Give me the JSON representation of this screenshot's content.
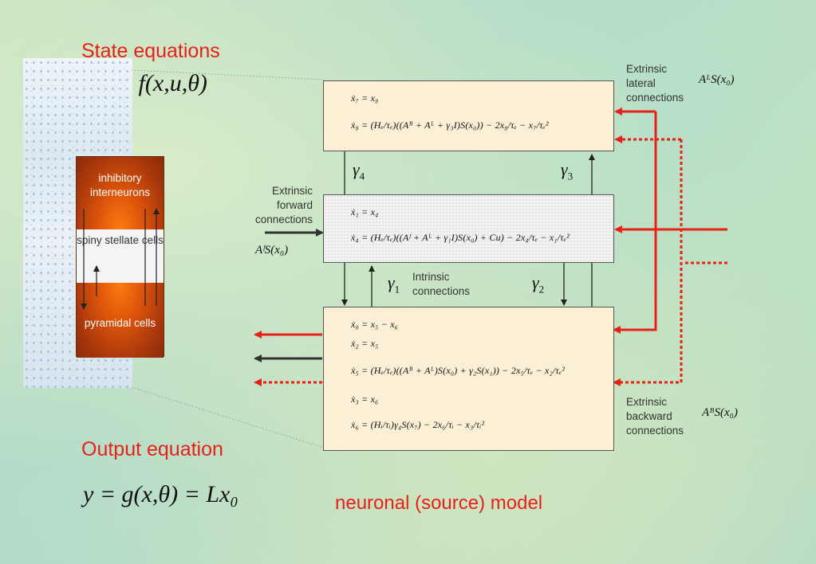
{
  "state_title": "State equations",
  "state_eq": "ẋ = f(x,u,θ)",
  "output_title": "Output equation",
  "output_eq": "y = g(x,θ) = Lx₀",
  "model_caption": "neuronal (source) model",
  "column": {
    "top_label": "inhibitory interneurons",
    "mid_label": "spiny stellate cells",
    "bot_label": "pyramidal cells"
  },
  "top_box": {
    "eq1": "ẋ₇ = x₈",
    "eq2": "ẋ₈ = (Hₑ/τₑ)((Aᴮ + Aᴸ + γ₃I)S(x₀)) − 2x₈/τₑ − x₇/τₑ²"
  },
  "mid_box": {
    "eq1": "ẋ₁ = x₄",
    "eq2": "ẋ₄ = (Hₑ/τₑ)((Aᶠ + Aᴸ + γ₁I)S(x₀) + Cu) − 2x₄/τₑ − x₁/τₑ²"
  },
  "bot_box": {
    "eq1": "ẋ₀ = x₅ − x₆",
    "eq2": "ẋ₂ = x₅",
    "eq3": "ẋ₅ = (Hₑ/τₑ)((Aᴮ + Aᴸ)S(x₀) + γ₂S(x₁)) − 2x₅/τₑ − x₂/τₑ²",
    "eq4": "ẋ₃ = x₆",
    "eq5": "ẋ₆ = (Hᵢ/τᵢ)γ₄S(x₇) − 2x₆/τᵢ − x₃/τᵢ²"
  },
  "gammas": {
    "g4": "γ",
    "g4_sub": "4",
    "g3": "γ",
    "g3_sub": "3",
    "g1": "γ",
    "g1_sub": "1",
    "g2": "γ",
    "g2_sub": "2"
  },
  "labels": {
    "lateral": "Extrinsic lateral connections",
    "lateral_eq": "AᴸS(x₀)",
    "forward": "Extrinsic forward connections",
    "forward_eq": "AᶠS(x₀)",
    "intrinsic": "Intrinsic connections",
    "backward": "Extrinsic backward connections",
    "backward_eq": "AᴮS(x₀)"
  },
  "colors": {
    "accent_red": "#e8201a",
    "arrow_dark": "#333333",
    "box_fill": "#fbf0d6"
  }
}
